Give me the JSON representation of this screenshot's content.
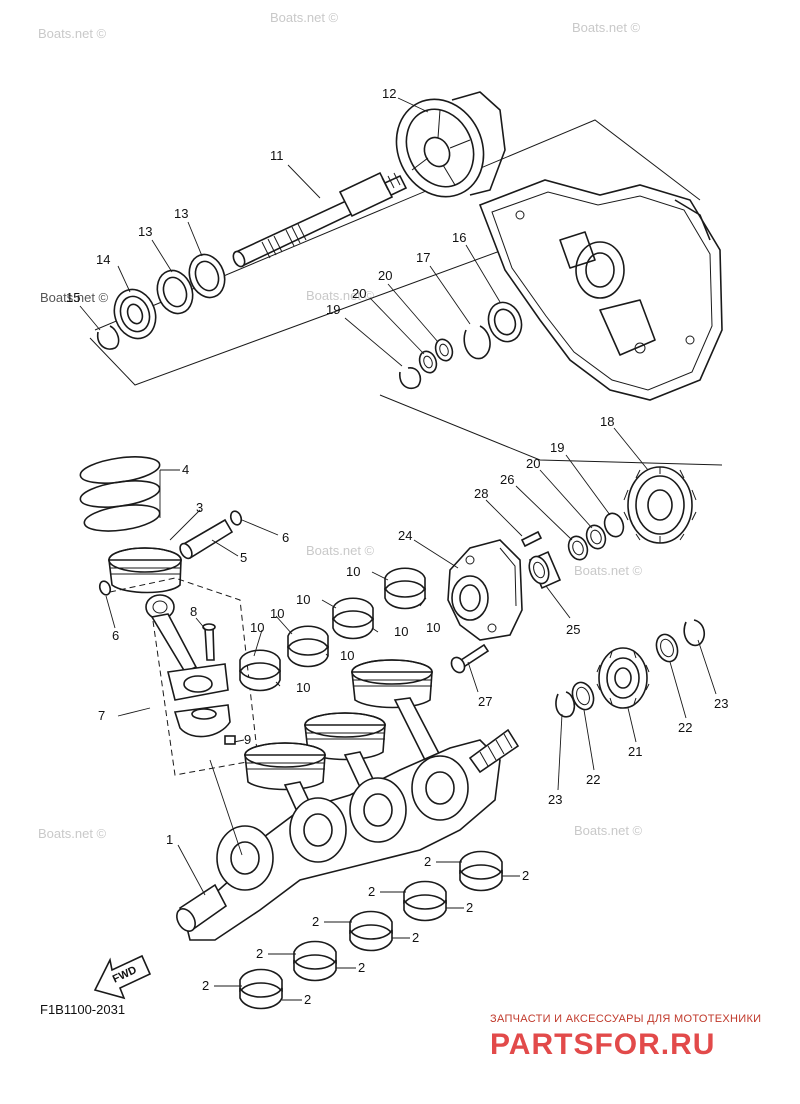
{
  "diagram": {
    "drawing_code": "F1B1100-2031",
    "direction_label": "FWD",
    "watermark": "Boats.net ©",
    "brand_tagline": "ЗАПЧАСТИ И АКСЕССУАРЫ ДЛЯ МОТОТЕХНИКИ",
    "brand_name": "PARTSFOR.RU",
    "brand_color": "#e24a4a",
    "callouts": {
      "c1": "1",
      "c2": "2",
      "c3": "3",
      "c4": "4",
      "c5": "5",
      "c6": "6",
      "c7": "7",
      "c8": "8",
      "c9": "9",
      "c10": "10",
      "c11": "11",
      "c12": "12",
      "c13": "13",
      "c14": "14",
      "c15": "15",
      "c16": "16",
      "c17": "17",
      "c18": "18",
      "c19": "19",
      "c20": "20",
      "c21": "21",
      "c22": "22",
      "c23": "23",
      "c24": "24",
      "c25": "25",
      "c26": "26",
      "c27": "27",
      "c28": "28"
    }
  }
}
